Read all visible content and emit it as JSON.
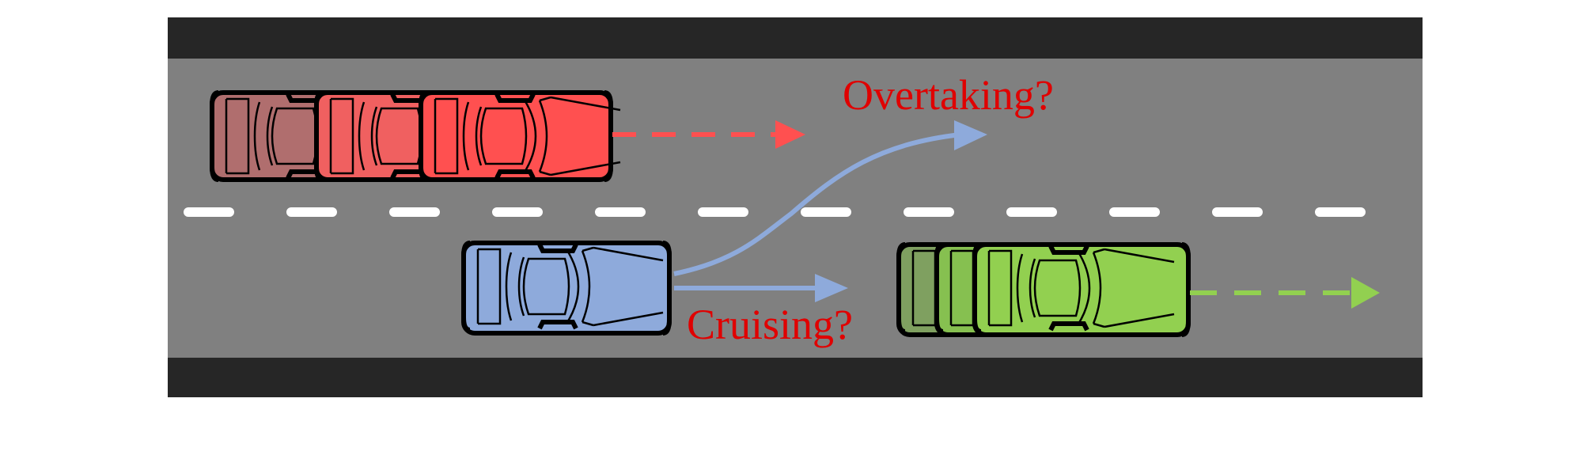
{
  "colors": {
    "road_surface": "#808080",
    "road_shoulder": "#262626",
    "lane_marking": "#ffffff",
    "ego_vehicle": "#8eaadb",
    "lead_vehicle": "#92d050",
    "rear_vehicle": "#ff5050",
    "label_text": "#e00000"
  },
  "labels": {
    "overtaking": "Overtaking?",
    "cruising": "Cruising?"
  },
  "vehicles": [
    {
      "id": "rear-vehicle",
      "color": "rear_vehicle",
      "lane": "upper",
      "ghost_trail": 2,
      "intent": "straight-dashed"
    },
    {
      "id": "ego-vehicle",
      "color": "ego_vehicle",
      "lane": "lower",
      "ghost_trail": 0,
      "intent": "two-options"
    },
    {
      "id": "lead-vehicle",
      "color": "lead_vehicle",
      "lane": "lower",
      "ghost_trail": 2,
      "intent": "straight-dashed"
    }
  ]
}
